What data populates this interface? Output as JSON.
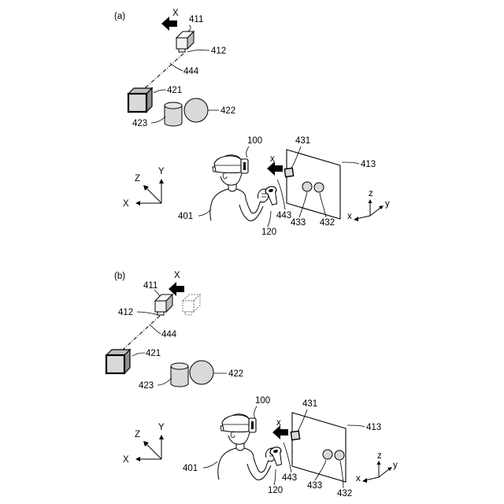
{
  "panel_a": {
    "letter": "(a)",
    "refs": {
      "r411": "411",
      "r412": "412",
      "r444": "444",
      "r421": "421",
      "r422": "422",
      "r423": "423",
      "r100": "100",
      "r431": "431",
      "r413": "413",
      "r401": "401",
      "r443": "443",
      "r433": "433",
      "r432": "432",
      "r120": "120"
    },
    "axes": {
      "x_upper": "X",
      "small_x": "x",
      "world_z": "Z",
      "world_y": "Y",
      "world_x": "X",
      "screen_z": "z",
      "screen_y": "y",
      "screen_x": "x"
    }
  },
  "panel_b": {
    "letter": "(b)",
    "refs": {
      "r411": "411",
      "r412": "412",
      "r444": "444",
      "r421": "421",
      "r422": "422",
      "r423": "423",
      "r100": "100",
      "r431": "431",
      "r413": "413",
      "r401": "401",
      "r443": "443",
      "r433": "433",
      "r432": "432",
      "r120": "120"
    },
    "axes": {
      "x_upper": "X",
      "small_x": "x",
      "world_z": "Z",
      "world_y": "Y",
      "world_x": "X",
      "screen_z": "z",
      "screen_y": "y",
      "screen_x": "x"
    }
  },
  "colors": {
    "ink": "#000000",
    "shape_fill": "#d9d9d9",
    "shape_fill_light": "#e8e8e8",
    "cube_top": "#bfbfbf"
  },
  "icons": [
    "arrow-left-icon",
    "cube-icon",
    "cylinder-icon",
    "sphere-icon",
    "person-icon",
    "hmd-icon",
    "controller-icon",
    "axis-icon"
  ]
}
